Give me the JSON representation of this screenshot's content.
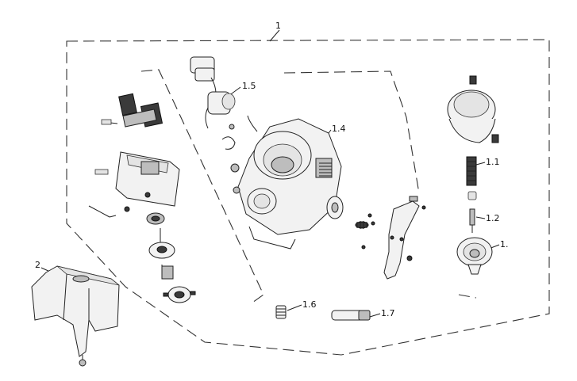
{
  "callouts": {
    "c1": "1",
    "c1_1": "1.1",
    "c1_2": "1.2",
    "c1_3": "1.",
    "c1_4": "1.4",
    "c1_5": "1.5",
    "c1_6": "1.6",
    "c1_7": "1.7",
    "c2": "2"
  }
}
